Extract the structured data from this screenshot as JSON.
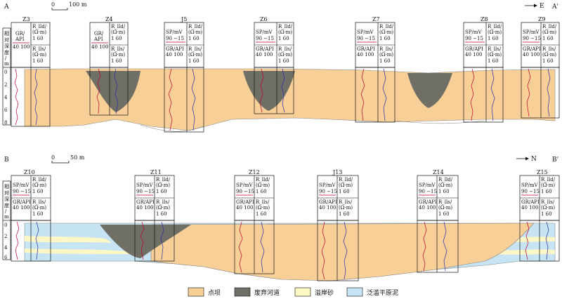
{
  "colors": {
    "point_bar": "#f7cf97",
    "abandoned_channel": "#6f6f66",
    "levee_sand": "#fdf7c6",
    "floodplain_mud": "#c6e4f4",
    "sp_curve": "#c0002a",
    "res_curve": "#2b2ba8"
  },
  "sections": [
    {
      "id": "top",
      "left_letter": "A",
      "right_letter": "A'",
      "direction": "E",
      "scale": {
        "zero": "0",
        "length": "100 m"
      },
      "depth_axis": {
        "title": [
          "相",
          "对",
          "深",
          "度",
          "/",
          "m"
        ],
        "ticks": [
          "0",
          "2",
          "4",
          "6",
          "8"
        ]
      },
      "wells": [
        {
          "name": "Z3",
          "curves": "gr"
        },
        {
          "name": "Z4",
          "curves": "gr"
        },
        {
          "name": "J5",
          "curves": "sp_gr"
        },
        {
          "name": "Z6",
          "curves": "sp_gr"
        },
        {
          "name": "Z7",
          "curves": "sp_gr"
        },
        {
          "name": "Z8",
          "curves": "sp_gr"
        },
        {
          "name": "Z9",
          "curves": "sp_gr"
        }
      ]
    },
    {
      "id": "bottom",
      "left_letter": "B",
      "right_letter": "B'",
      "direction": "N",
      "scale": {
        "zero": "0",
        "length": "50 m"
      },
      "depth_axis": {
        "title": [
          "相",
          "对",
          "深",
          "度",
          "/",
          "m"
        ],
        "ticks": [
          "0",
          "2",
          "4",
          "6"
        ]
      },
      "wells": [
        {
          "name": "Z10",
          "curves": "sp_gr"
        },
        {
          "name": "Z11",
          "curves": "sp_gr"
        },
        {
          "name": "Z12",
          "curves": "sp_gr"
        },
        {
          "name": "J13",
          "curves": "sp_gr"
        },
        {
          "name": "Z14",
          "curves": "sp_gr"
        },
        {
          "name": "Z15",
          "curves": "sp_gr"
        }
      ]
    }
  ],
  "log_header": {
    "gr_title": "GR/",
    "gr_unit": "API",
    "gr_combined": "GR/API",
    "gr_range": "40 100",
    "sp_title": "SP/mV",
    "sp_range": "90 −15",
    "rlld_title": "R_lld/",
    "rlls_title": "R_lls/",
    "res_unit": "(Ω·m)",
    "res_range": "1    60"
  },
  "legend": [
    {
      "label": "点坝",
      "color_key": "point_bar"
    },
    {
      "label": "废弃河道",
      "color_key": "abandoned_channel"
    },
    {
      "label": "溢岸砂",
      "color_key": "levee_sand"
    },
    {
      "label": "泛滥平原泥",
      "color_key": "floodplain_mud"
    }
  ]
}
